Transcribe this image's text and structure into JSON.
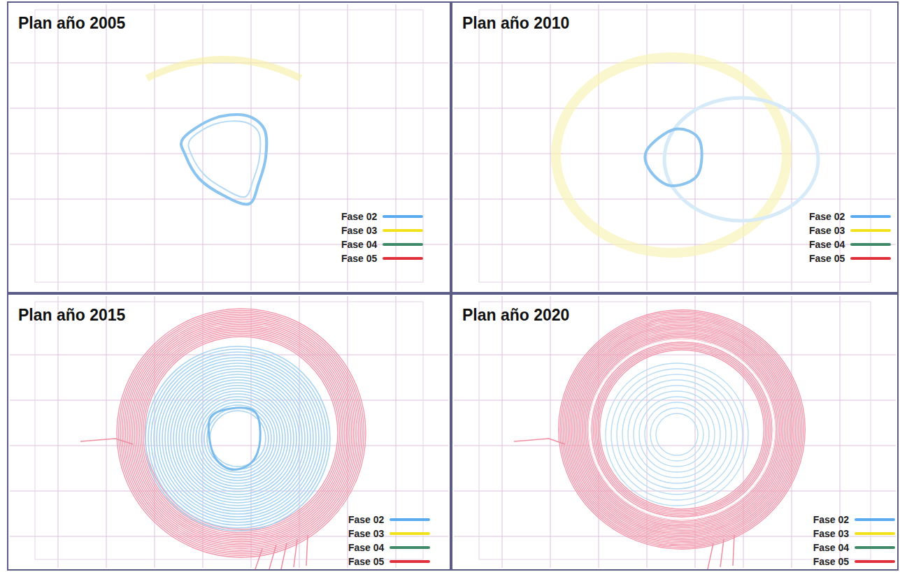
{
  "diagram": {
    "nodes": [
      {
        "text": [
          "Plan año 2005"
        ]
      },
      {
        "text": [
          "Plan año 2010"
        ]
      },
      {
        "text": [
          "Plan año 2015"
        ]
      },
      {
        "text": [
          "Plan año 2020"
        ]
      }
    ],
    "legend": [
      {
        "text": "Fase 02",
        "color": "#5aaaf0"
      },
      {
        "text": "Fase 03",
        "color": "#f2e21c"
      },
      {
        "text": "Fase 04",
        "color": "#3e8a68"
      },
      {
        "text": "Fase 05",
        "color": "#e0303c"
      },
      {
        "text": "Fase 02",
        "color": "#5aaaf0"
      },
      {
        "text": "Fase 03",
        "color": "#f2e21c"
      },
      {
        "text": "Fase 04",
        "color": "#3e8a68"
      },
      {
        "text": "Fase 05",
        "color": "#e0303c"
      },
      {
        "text": "Fase 02",
        "color": "#5aaaf0"
      },
      {
        "text": "Fase 03",
        "color": "#f2e21c"
      },
      {
        "text": "Fase 04",
        "color": "#3e8a68"
      },
      {
        "text": "Fase 05",
        "color": "#e0303c"
      },
      {
        "text": "Fase 02",
        "color": "#5aaaf0"
      },
      {
        "text": "Fase 03",
        "color": "#f2e21c"
      },
      {
        "text": "Fase 04",
        "color": "#3e8a68"
      },
      {
        "text": "Fase 05",
        "color": "#e0303c"
      }
    ]
  }
}
